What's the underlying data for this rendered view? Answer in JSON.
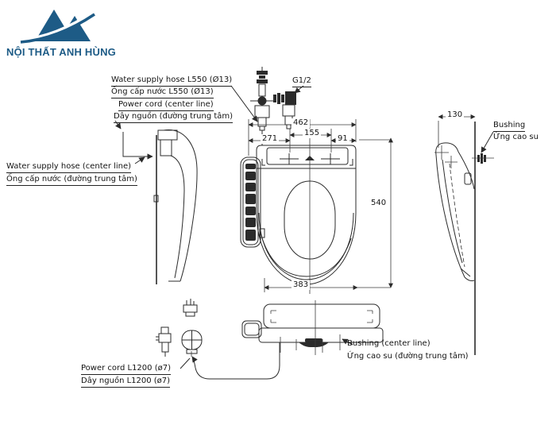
{
  "logo": {
    "brand_name": "NỘI THẤT ANH HÙNG",
    "brand_color": "#1d5b86"
  },
  "drawing": {
    "line_color": "#2b2b2b",
    "labels": {
      "water_hose_en": "Water supply hose L550 (Ø13)",
      "water_hose_vi": "Ống cấp nước L550 (Ø13)",
      "power_cord_en": "Power cord (center line)",
      "power_cord_vi": "Dây nguồn (đường trung tâm)",
      "water_center_en": "Water supply hose (center line)",
      "water_center_vi": "Ống cấp nước (đường trung tâm)",
      "thread_size": "G1/2",
      "bushing_en": "Bushing",
      "bushing_vi": "Ứng cao su",
      "bushing_center_en": "Bushing (center line)",
      "bushing_center_vi": "Ứng cao su (đường trung tâm)",
      "power_l1200_en": "Power cord L1200 (ø7)",
      "power_l1200_vi": "Dây nguồn L1200 (ø7)"
    },
    "dimensions": {
      "overall_width": "462",
      "hinge_span": "155",
      "left_offset": "271",
      "right_offset": "91",
      "depth": "540",
      "body_width": "383",
      "side_width": "130"
    }
  }
}
